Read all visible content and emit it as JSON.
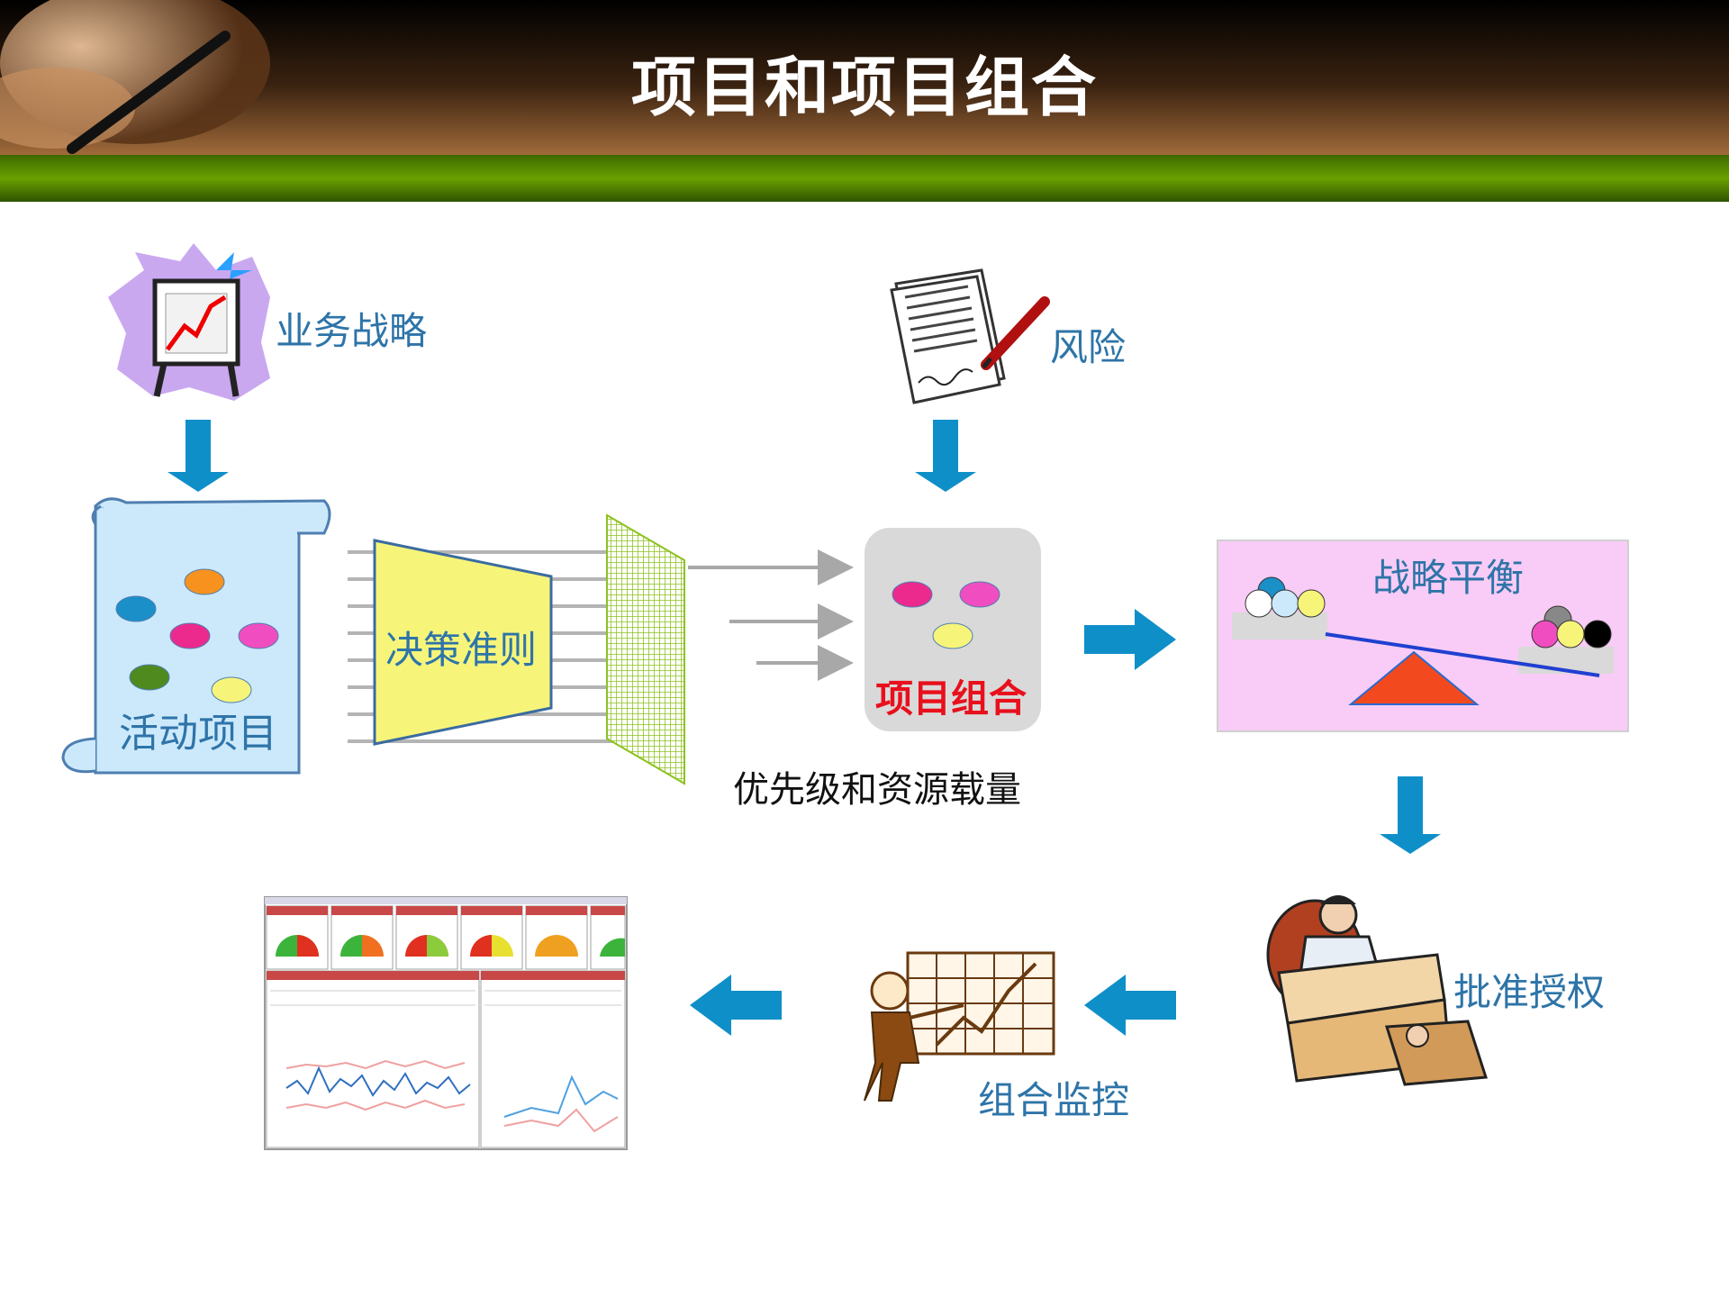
{
  "title": "项目和项目组合",
  "labels": {
    "business_strategy": "业务战略",
    "risk": "风险",
    "active_projects": "活动项目",
    "decision_criteria": "决策准则",
    "portfolio": "项目组合",
    "priority": "优先级和资源载量",
    "strategic_balance": "战略平衡",
    "approval": "批准授权",
    "monitoring": "组合监控"
  },
  "colors": {
    "label_blue": "#2e74a8",
    "arrow_blue": "#0f8fc8",
    "header_green": "#5a8d00",
    "portfolio_red": "#e8101c",
    "balance_bg": "#f8ccf6",
    "funnel_yellow": "#f6f57a",
    "scroll_blue": "#cce9fb"
  }
}
